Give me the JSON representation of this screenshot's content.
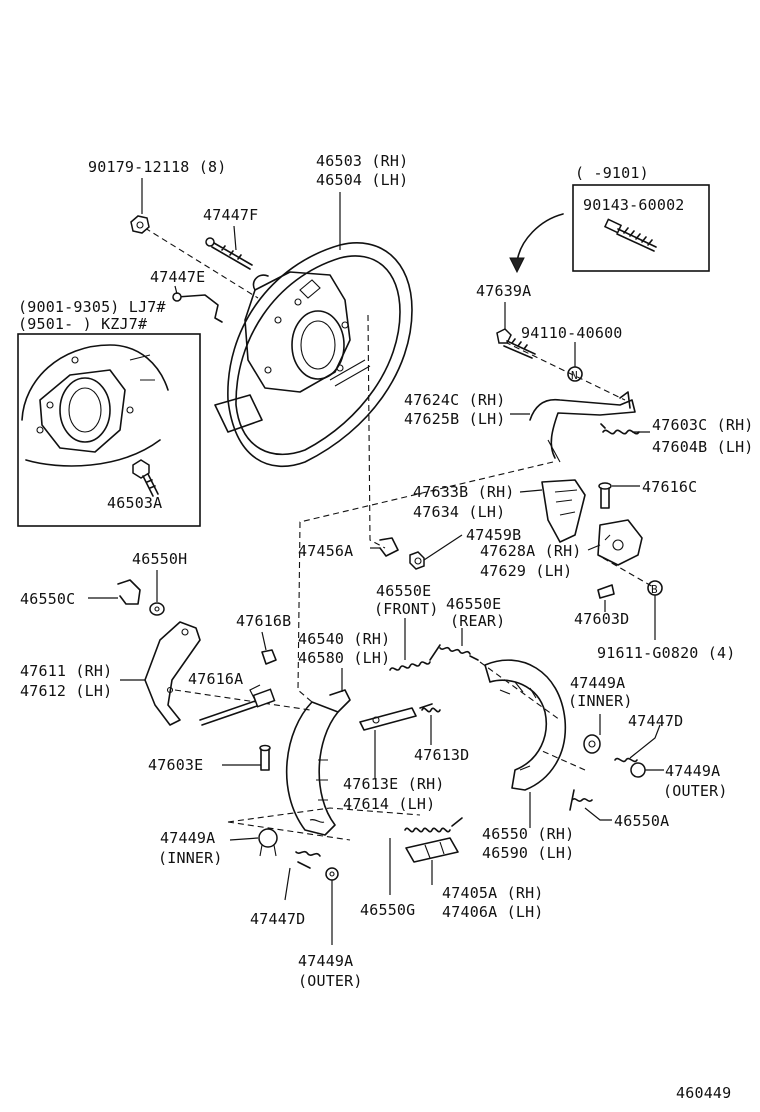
{
  "diagram_id": "460449",
  "inset_top_right": {
    "range": "(      -9101)",
    "part": "90143-60002"
  },
  "inset_left": {
    "row1": "(9001-9305) LJ7#",
    "row2": "(9501-       ) KZJ7#",
    "part": "46503A"
  },
  "labels": {
    "p90179": "90179-12118 (8)",
    "p46503": "46503 (RH)",
    "p46504": "46504 (LH)",
    "p47447F": "47447F",
    "p47447E": "47447E",
    "p47639A": "47639A",
    "p94110": "94110-40600",
    "p47624C": "47624C (RH)",
    "p47625B": "47625B (LH)",
    "p47603C": "47603C (RH)",
    "p47604B": "47604B (LH)",
    "p47633B": "47633B (RH)",
    "p47634": "47634  (LH)",
    "p47616C": "47616C",
    "p47456A": "47456A",
    "p47459B": "47459B",
    "p47628A": "47628A (RH)",
    "p47629": "47629  (LH)",
    "p46550H": "46550H",
    "p46550C": "46550C",
    "p46550E_front": "46550E",
    "front": "(FRONT)",
    "p46550E_rear": "46550E",
    "rear": "(REAR)",
    "p47603D": "47603D",
    "p91611": "91611-G0820 (4)",
    "p47616B": "47616B",
    "p46540": "46540 (RH)",
    "p46580": "46580 (LH)",
    "p47611": "47611 (RH)",
    "p47612": "47612 (LH)",
    "p47616A": "47616A",
    "p47449A_inner_r": "47449A",
    "inner_r": "(INNER)",
    "p47447D_r": "47447D",
    "p47613D": "47613D",
    "p47603E": "47603E",
    "p47449A_outer_r": "47449A",
    "outer_r": "(OUTER)",
    "p47613E": "47613E (RH)",
    "p47614": "47614  (LH)",
    "p46550A": "46550A",
    "p47449A_inner_l": "47449A",
    "inner_l": "(INNER)",
    "p46550": "46550 (RH)",
    "p46590": "46590 (LH)",
    "p47447D_l": "47447D",
    "p46550G": "46550G",
    "p47405A": "47405A (RH)",
    "p47406A": "47406A (LH)",
    "p47449A_outer_l": "47449A",
    "outer_l": "(OUTER)",
    "marker_N": "N",
    "marker_B": "B"
  }
}
